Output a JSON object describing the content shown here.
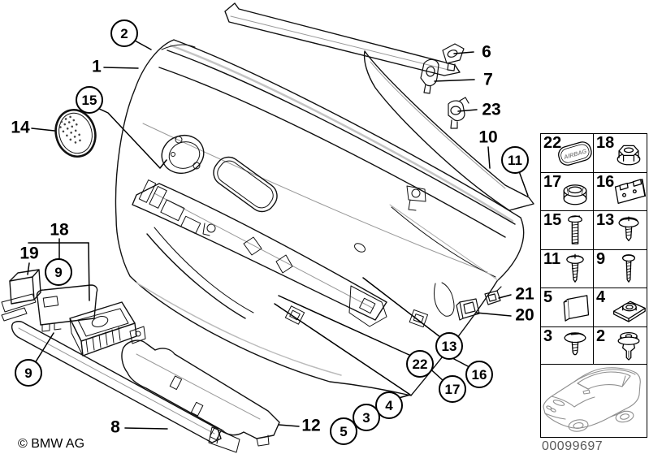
{
  "footer": {
    "copyright": "© BMW AG",
    "drawing_number": "00099697"
  },
  "callouts": {
    "p1": "1",
    "c2": "2",
    "c3": "3",
    "c4": "4",
    "c5": "5",
    "p6": "6",
    "p7": "7",
    "p8": "8",
    "c9a": "9",
    "c9b": "9",
    "p10": "10",
    "c11": "11",
    "p12": "12",
    "c13": "13",
    "p14": "14",
    "c15": "15",
    "c16": "16",
    "c17": "17",
    "p18": "18",
    "p19": "19",
    "p20": "20",
    "p21": "21",
    "c22": "22",
    "p23": "23"
  },
  "sidebar": {
    "emblem_text": "AIRBAG",
    "cells": [
      {
        "label": "22",
        "icon": "airbag-emblem"
      },
      {
        "label": "18",
        "icon": "flange-nut"
      },
      {
        "label": "17",
        "icon": "self-locking-nut"
      },
      {
        "label": "16",
        "icon": "retainer-plate"
      },
      {
        "label": "15",
        "icon": "machine-screw"
      },
      {
        "label": "13",
        "icon": "washer-head-screw"
      },
      {
        "label": "11",
        "icon": "pan-head-screw"
      },
      {
        "label": "9",
        "icon": "tapping-screw"
      },
      {
        "label": "5",
        "icon": "square-clip"
      },
      {
        "label": "4",
        "icon": "cage-nut"
      },
      {
        "label": "3",
        "icon": "large-washer-screw"
      },
      {
        "label": "2",
        "icon": "expanding-rivet"
      }
    ]
  }
}
